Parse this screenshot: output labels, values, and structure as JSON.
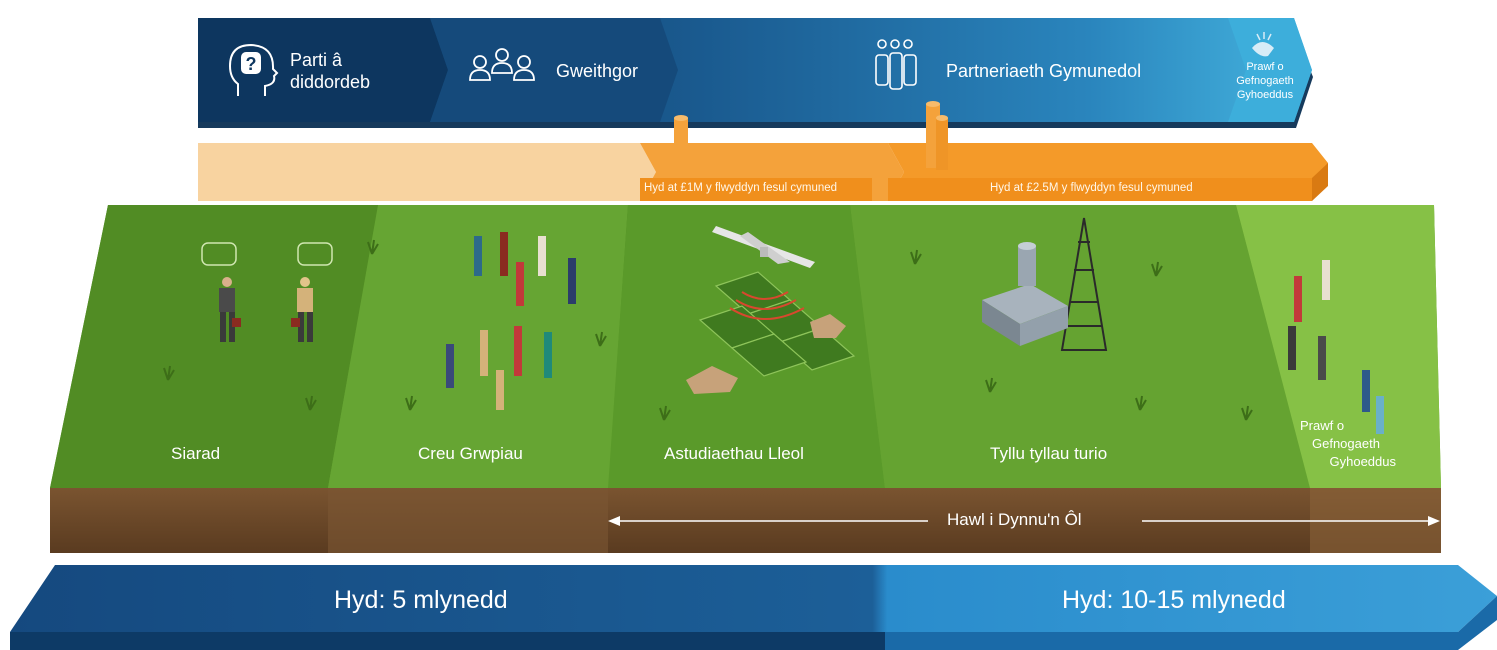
{
  "stages": [
    {
      "id": "interested-party",
      "label_line1": "Parti â",
      "label_line2": "diddordeb",
      "icon": "question-head-icon"
    },
    {
      "id": "working-group",
      "label": "Gweithgor",
      "icon": "people-group-icon"
    },
    {
      "id": "community-partnership",
      "label": "Partneriaeth Gymunedol",
      "icon": "community-people-icon"
    },
    {
      "id": "public-support-test",
      "label_line1": "Prawf o",
      "label_line2": "Gefnogaeth",
      "label_line3": "Gyhoeddus",
      "icon": "handshake-icon"
    }
  ],
  "funding": {
    "tier1": "Hyd at £1M y flwyddyn fesul cymuned",
    "tier2": "Hyd at £2.5M y flwyddyn fesul cymuned"
  },
  "zones": [
    {
      "id": "talk",
      "label": "Siarad"
    },
    {
      "id": "create-groups",
      "label": "Creu Grwpiau"
    },
    {
      "id": "local-studies",
      "label": "Astudiaethau Lleol"
    },
    {
      "id": "drilling",
      "label": "Tyllu tyllau turio"
    },
    {
      "id": "test",
      "label_line1": "Prawf o",
      "label_line2": "Gefnogaeth",
      "label_line3": "Gyhoeddus"
    }
  ],
  "withdrawal": {
    "label": "Hawl i Dynnu'n Ôl"
  },
  "durations": {
    "first": "Hyd: 5 mlynedd",
    "second": "Hyd: 10-15 mlynedd"
  },
  "colors": {
    "stage_dark": "#0d3a66",
    "stage_mid": "#1a5e93",
    "stage_light": "#37a6d6",
    "funding_light": "#f8d19a",
    "funding_orange": "#f29a2a",
    "grass": "#5f9b2b",
    "soil": "#6b4a2a",
    "duration_dark": "#1a4f86",
    "duration_light": "#2a8ccc"
  }
}
